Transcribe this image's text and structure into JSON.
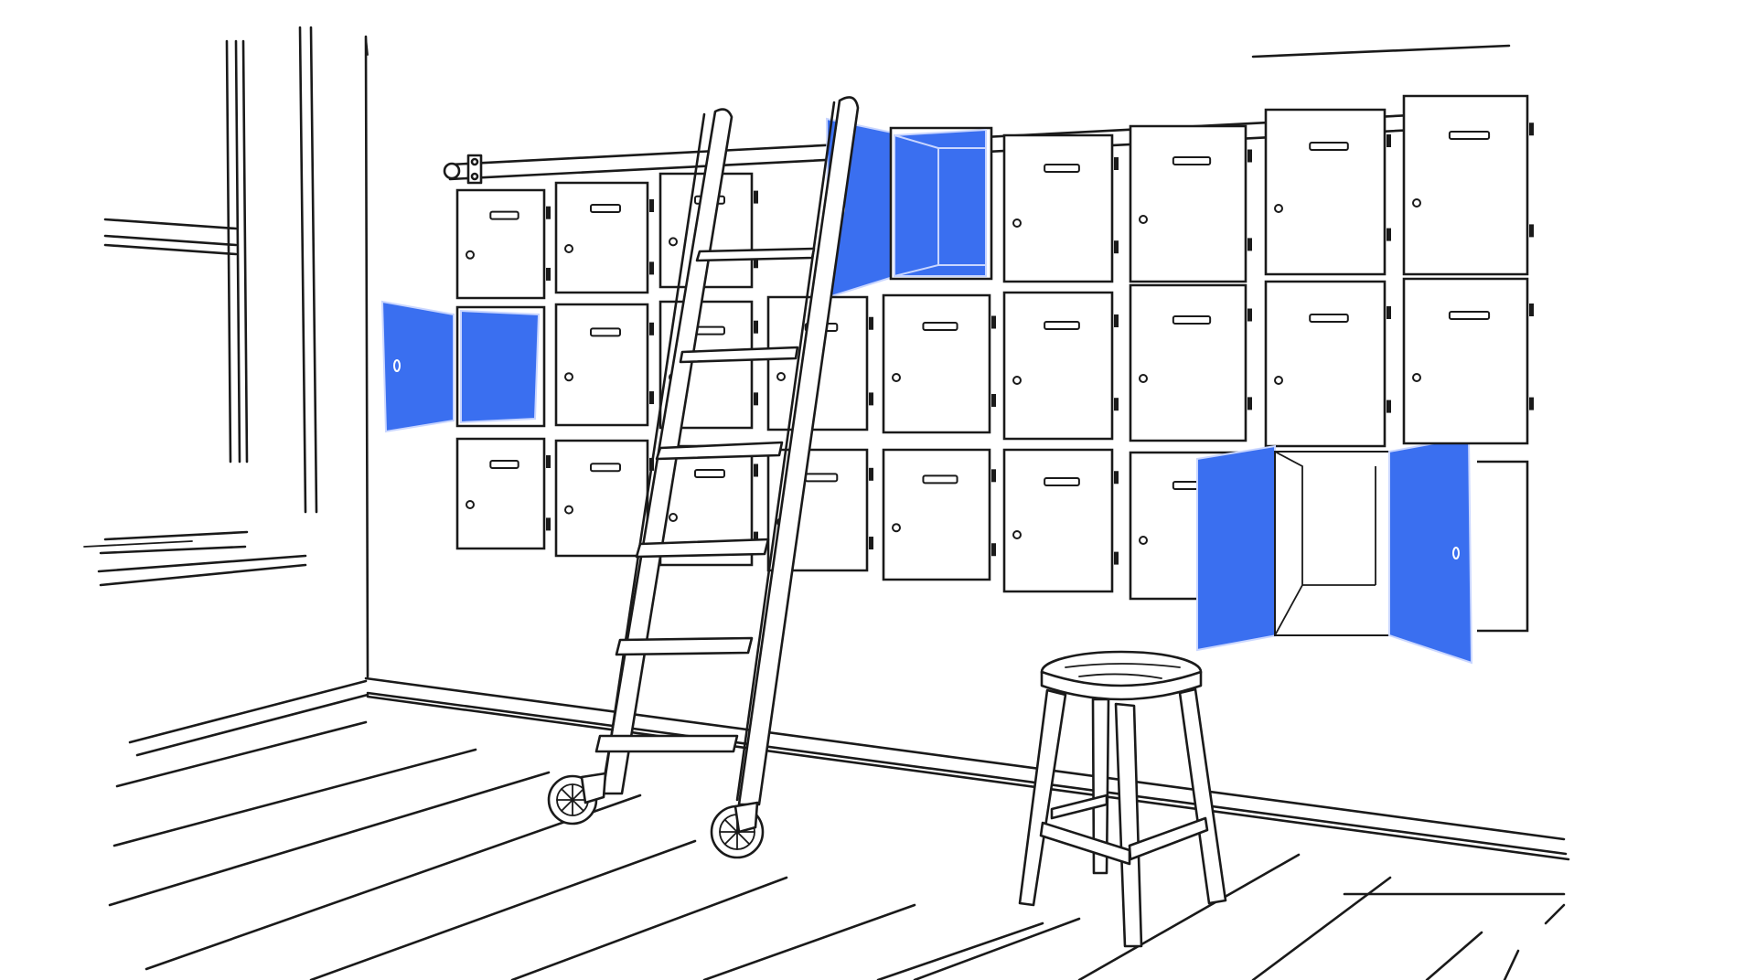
{
  "scene": {
    "colors": {
      "ink": "#1a1a1a",
      "paper": "#ffffff",
      "highlight": "#3a6ff0",
      "highlight_edge": "#c9d6ff"
    },
    "open_compartments": 4,
    "closed_compartments": 23,
    "objects": [
      "window",
      "locker-wall",
      "rolling-ladder",
      "wooden-stool",
      "plank-floor"
    ]
  }
}
